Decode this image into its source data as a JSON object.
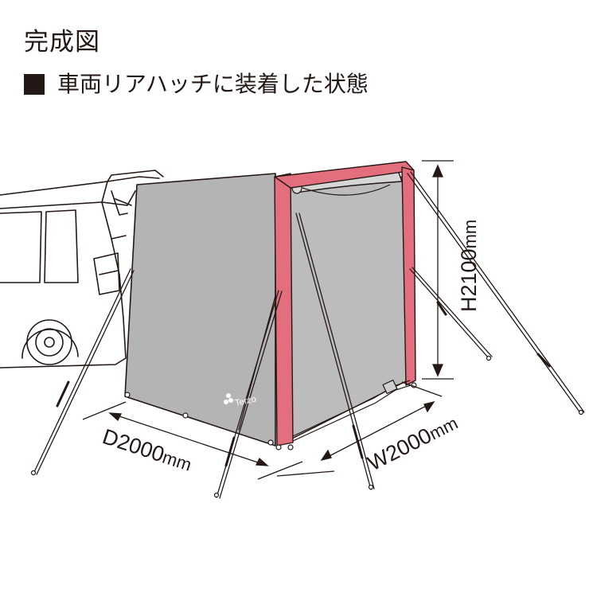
{
  "heading": {
    "title": "完成図",
    "subtitle": "車両リアハッチに装着した状態"
  },
  "illustration": {
    "brand": "Terzo",
    "dimensions": {
      "depth": {
        "prefix": "D2000",
        "unit": "mm"
      },
      "width": {
        "prefix": "W2000",
        "unit": "mm"
      },
      "height": {
        "prefix": "H2100",
        "unit": "mm"
      }
    },
    "colors": {
      "frame": "#e36e7d",
      "panel": "#b4b4b4",
      "outline": "#231815",
      "background": "#ffffff"
    }
  }
}
